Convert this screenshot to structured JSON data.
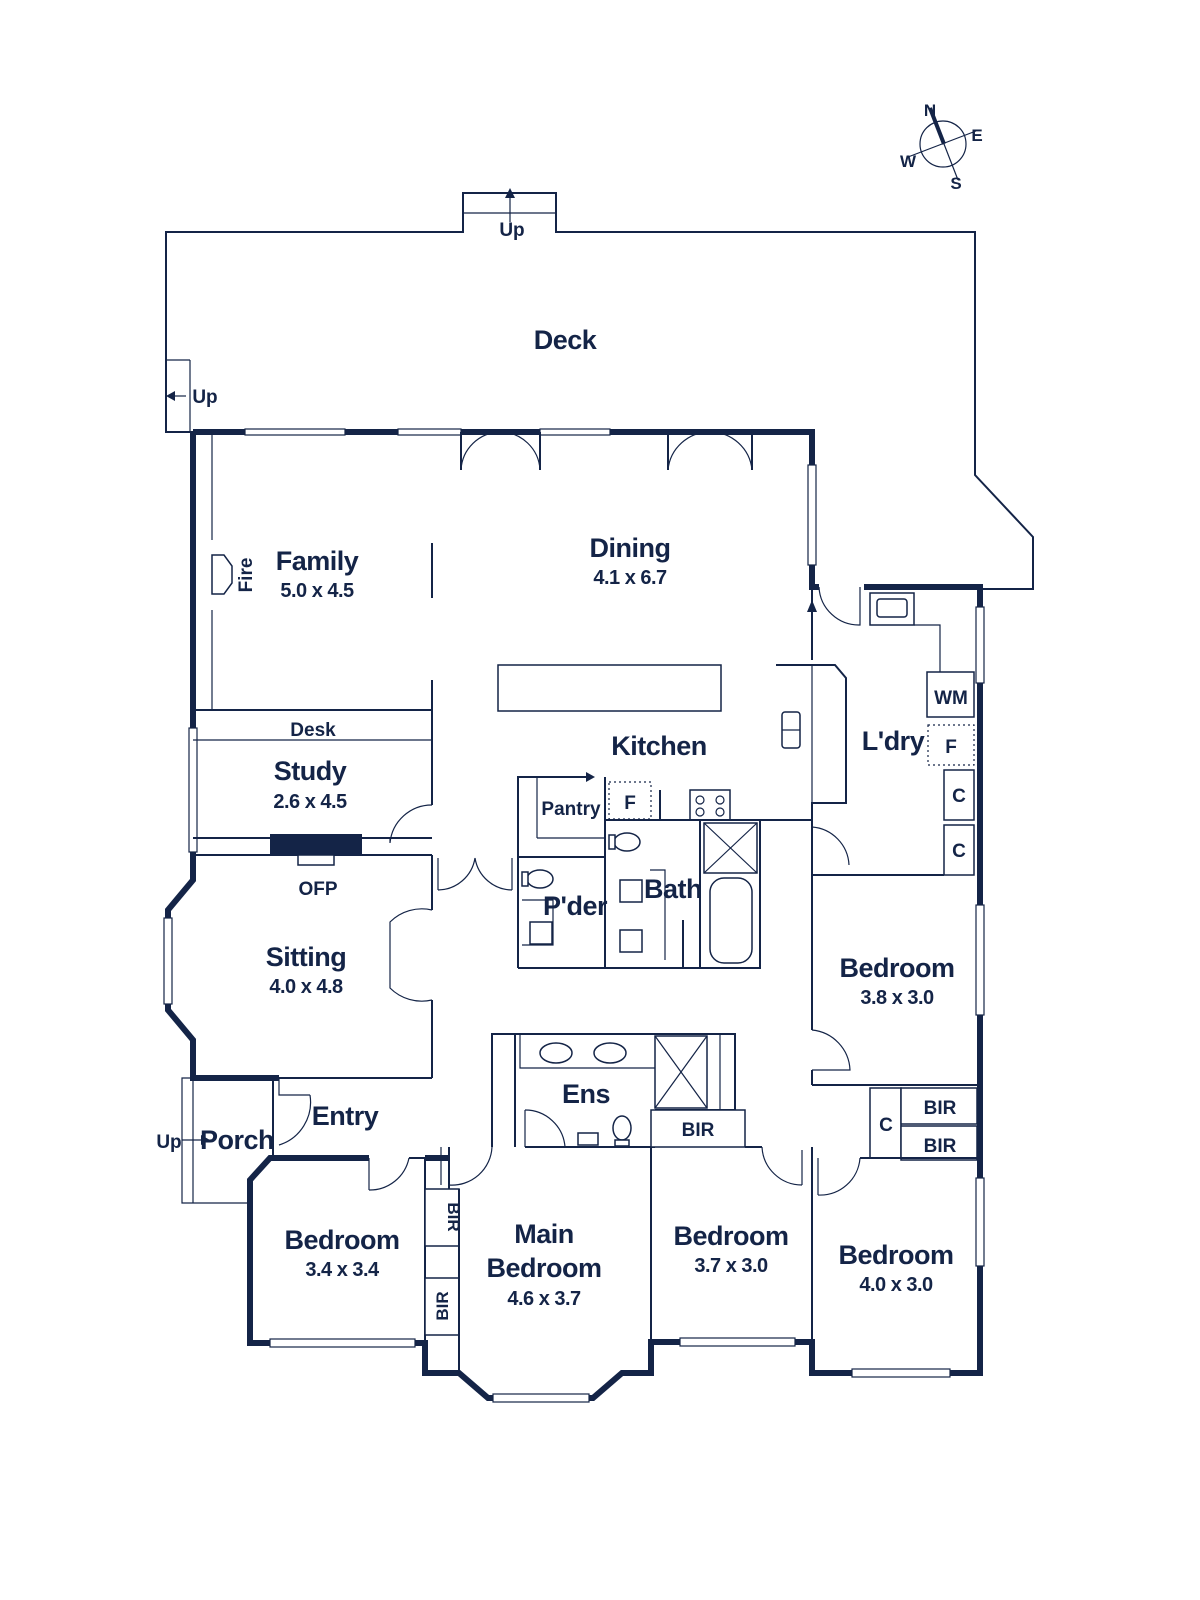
{
  "compass": {
    "n": "N",
    "e": "E",
    "s": "S",
    "w": "W"
  },
  "rooms": {
    "deck": {
      "name": "Deck"
    },
    "family": {
      "name": "Family",
      "size": "5.0 x 4.5"
    },
    "dining": {
      "name": "Dining",
      "size": "4.1 x 6.7"
    },
    "kitchen": {
      "name": "Kitchen"
    },
    "study": {
      "name": "Study",
      "size": "2.6 x 4.5"
    },
    "sitting": {
      "name": "Sitting",
      "size": "4.0 x 4.8"
    },
    "laundry": {
      "name": "L'dry"
    },
    "pantry": {
      "name": "Pantry"
    },
    "powder": {
      "name": "P'der"
    },
    "bath": {
      "name": "Bath"
    },
    "ensuite": {
      "name": "Ens"
    },
    "entry": {
      "name": "Entry"
    },
    "porch": {
      "name": "Porch"
    },
    "bedroom_east": {
      "name": "Bedroom",
      "size": "3.8 x 3.0"
    },
    "bedroom_west": {
      "name": "Bedroom",
      "size": "3.4 x 3.4"
    },
    "main_bedroom": {
      "name_line1": "Main",
      "name_line2": "Bedroom",
      "size": "4.6 x 3.7"
    },
    "bedroom_mid": {
      "name": "Bedroom",
      "size": "3.7 x 3.0"
    },
    "bedroom_se": {
      "name": "Bedroom",
      "size": "4.0 x 3.0"
    }
  },
  "fixtures": {
    "fire": "Fire",
    "desk": "Desk",
    "ofp": "OFP",
    "wm": "WM",
    "fridge": "F",
    "cupboard": "C",
    "bir": "BIR",
    "up": "Up"
  }
}
